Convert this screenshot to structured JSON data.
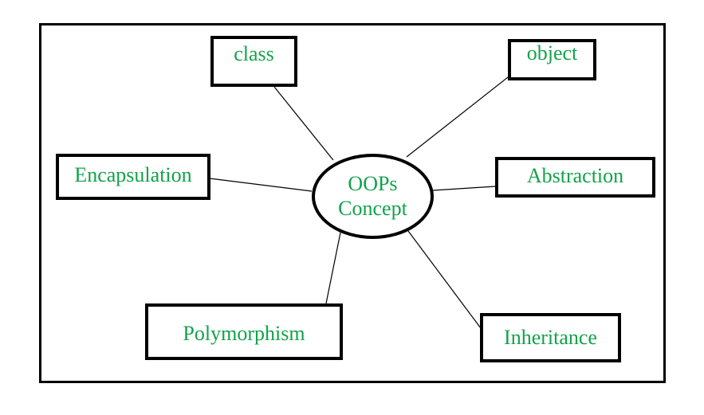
{
  "diagram": {
    "center": {
      "line1": "OOPs",
      "line2": "Concept"
    },
    "nodes": {
      "class": "class",
      "object": "object",
      "encapsulation": "Encapsulation",
      "abstraction": "Abstraction",
      "polymorphism": "Polymorphism",
      "inheritance": "Inheritance"
    }
  },
  "colors": {
    "text": "#12a34a",
    "stroke": "#000000",
    "background": "#ffffff"
  }
}
